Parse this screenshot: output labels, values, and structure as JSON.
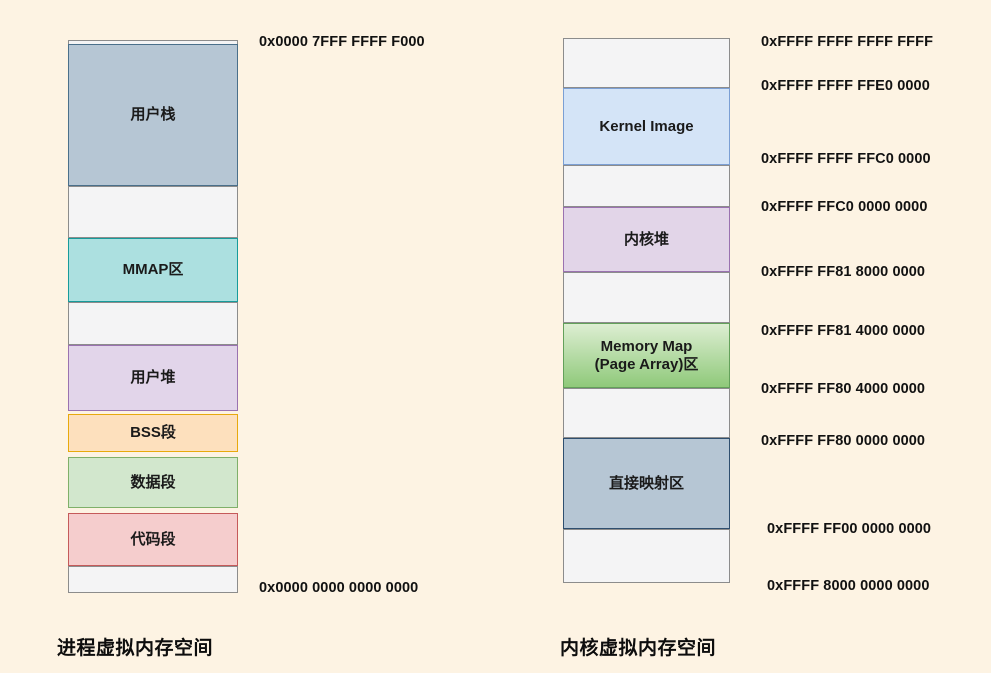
{
  "background_color": "#fdf3e3",
  "diagram": {
    "title_left": "进程虚拟内存空间",
    "title_right": "内核虚拟内存空间"
  },
  "process_space": {
    "caption": "进程虚拟内存空间",
    "top_address": "0x0000 7FFF FFFF F000",
    "bottom_address": "0x0000 0000 0000 0000",
    "blocks": [
      {
        "label": "用户栈",
        "kind": "region",
        "color": "#b6c6d4",
        "border": "#4a6f8a"
      },
      {
        "label": "",
        "kind": "gap",
        "color": "#f4f4f5",
        "border": "#8c8c8c"
      },
      {
        "label": "MMAP区",
        "kind": "region",
        "color": "#ace0e0",
        "border": "#179b9b"
      },
      {
        "label": "",
        "kind": "gap",
        "color": "#f4f4f5",
        "border": "#8c8c8c"
      },
      {
        "label": "用户堆",
        "kind": "region",
        "color": "#e2d5ea",
        "border": "#9a72b0"
      },
      {
        "label": "BSS段",
        "kind": "region",
        "color": "#fde0bd",
        "border": "#e8a90c"
      },
      {
        "label": "数据段",
        "kind": "region",
        "color": "#d2e7cd",
        "border": "#7fb069"
      },
      {
        "label": "代码段",
        "kind": "region",
        "color": "#f5cdcd",
        "border": "#c55a5a"
      },
      {
        "label": "",
        "kind": "gap",
        "color": "#f4f4f5",
        "border": "#8c8c8c"
      }
    ]
  },
  "kernel_space": {
    "caption": "内核虚拟内存空间",
    "blocks": [
      {
        "label": "",
        "kind": "gap",
        "color": "#f4f4f5",
        "border": "#8c8c8c"
      },
      {
        "label": "Kernel Image",
        "kind": "region",
        "color": "#d4e4f7",
        "border": "#7b9fd4"
      },
      {
        "label": "",
        "kind": "gap",
        "color": "#f4f4f5",
        "border": "#8c8c8c"
      },
      {
        "label": "内核堆",
        "kind": "region",
        "color": "#e2d5e8",
        "border": "#9a72b0"
      },
      {
        "label": "",
        "kind": "gap",
        "color": "#f4f4f5",
        "border": "#8c8c8c"
      },
      {
        "label": "Memory Map\n(Page Array)区",
        "kind": "region",
        "color": "#8fc97a",
        "border": "#63a05a"
      },
      {
        "label": "",
        "kind": "gap",
        "color": "#f4f4f5",
        "border": "#8c8c8c"
      },
      {
        "label": "直接映射区",
        "kind": "region",
        "color": "#b6c6d4",
        "border": "#2f4f6f"
      },
      {
        "label": "",
        "kind": "gap",
        "color": "#f4f4f5",
        "border": "#8c8c8c"
      }
    ],
    "addresses": [
      "0xFFFF FFFF FFFF FFFF",
      "0xFFFF FFFF FFE0 0000",
      "0xFFFF FFFF FFC0 0000",
      "0xFFFF FFC0 0000 0000",
      "0xFFFF FF81 8000 0000",
      "0xFFFF FF81 4000 0000",
      "0xFFFF FF80 4000 0000",
      "0xFFFF FF80 0000 0000",
      "0xFFFF FF00 0000 0000",
      "0xFFFF 8000 0000 0000"
    ]
  }
}
